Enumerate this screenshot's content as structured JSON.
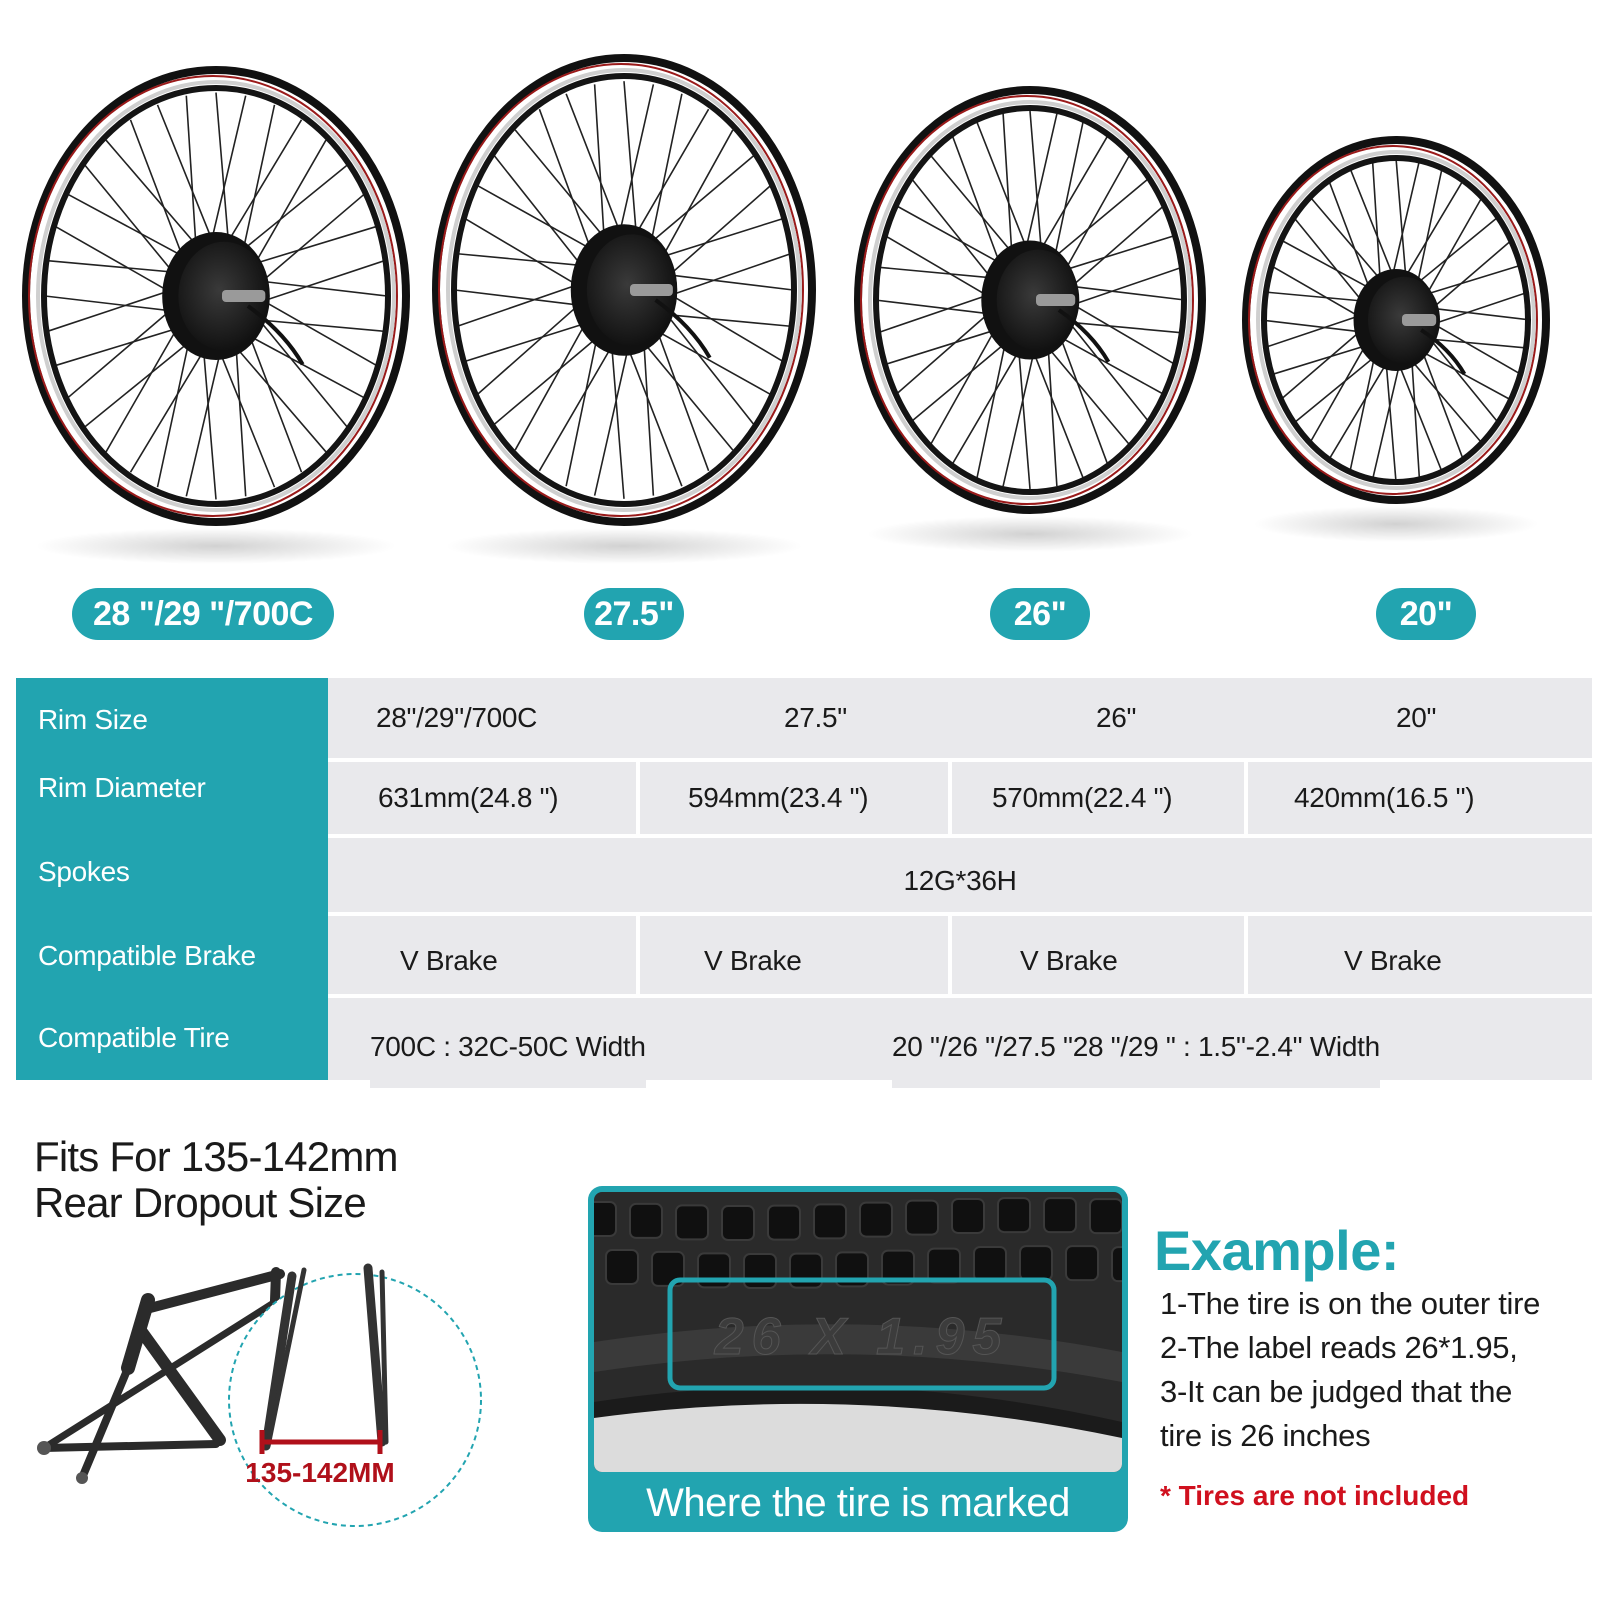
{
  "wheel_sizes": [
    "28 \"/29 \"/700C",
    "27.5\"",
    "26\"",
    "20\""
  ],
  "spec_table": {
    "labels": [
      "Rim Size",
      "Rim Diameter",
      "Spokes",
      "Compatible Brake",
      "Compatible Tire"
    ],
    "rim_size": [
      "28\"/29\"/700C",
      "27.5\"",
      "26\"",
      "20\""
    ],
    "rim_diameter": [
      "631mm(24.8 \")",
      "594mm(23.4 \")",
      "570mm(22.4 \")",
      "420mm(16.5 \")"
    ],
    "spokes": "12G*36H",
    "brake": [
      "V Brake",
      "V Brake",
      "V Brake",
      "V Brake"
    ],
    "tire": [
      "700C : 32C-50C Width",
      "20 \"/26 \"/27.5 \"28 \"/29 \" : 1.5\"-2.4\" Width"
    ]
  },
  "dropout": {
    "heading_line1": "Fits For 135-142mm",
    "heading_line2": "Rear Dropout Size",
    "measure_label": "135-142MM"
  },
  "tire_example": {
    "tire_marking": "26 X 1.95",
    "caption": "Where the tire is marked"
  },
  "example": {
    "title": "Example:",
    "lines": [
      "1-The tire is on the outer tire",
      "2-The label reads 26*1.95,",
      "3-It can be judged that the",
      "tire is 26 inches"
    ],
    "note": "* Tires are not included"
  },
  "colors": {
    "accent": "#22a4b0",
    "table_bg": "#e9e9ec",
    "note_red": "#d0101e",
    "measure_red": "#b0101a"
  }
}
